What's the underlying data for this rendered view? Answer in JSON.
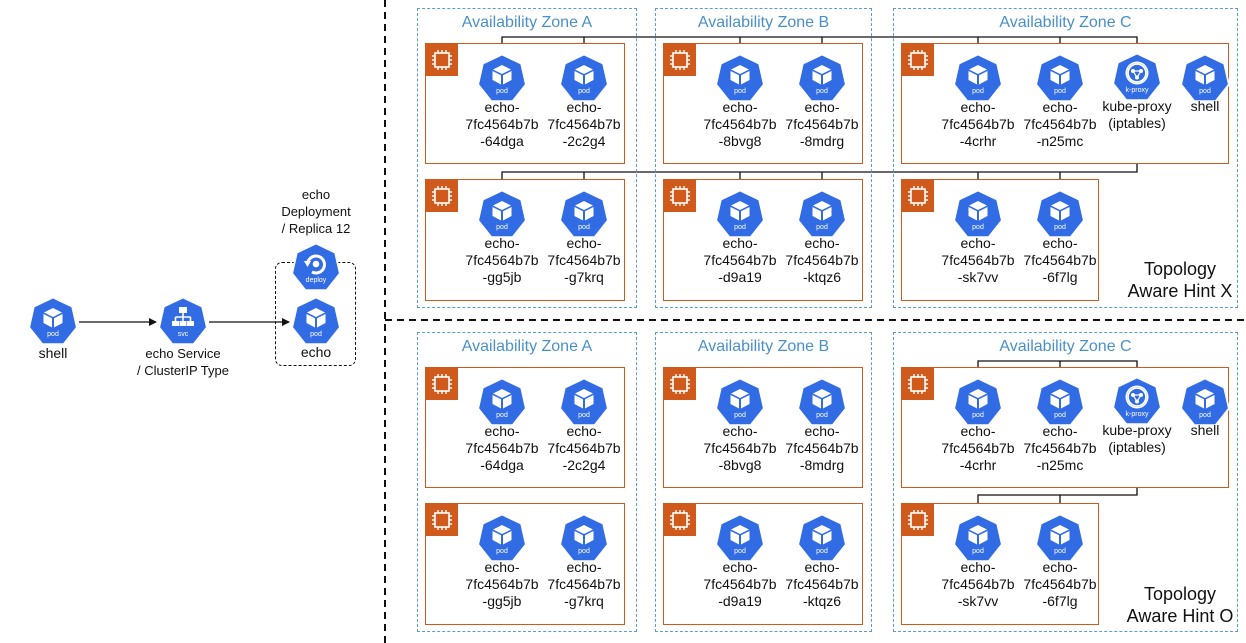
{
  "left": {
    "shell_label": "shell",
    "service_label": [
      "echo Service",
      "/ ClusterIP Type"
    ],
    "deployment_label": [
      "echo",
      "Deployment",
      "/ Replica 12"
    ],
    "echo_label": "echo",
    "icon_text": {
      "pod": "pod",
      "svc": "svc",
      "deploy": "deploy",
      "proxy": "k-proxy"
    }
  },
  "panels": [
    {
      "hint": [
        "Topology",
        "Aware Hint X"
      ],
      "zones": [
        {
          "label": "Availability Zone A",
          "nodes": [
            [
              "echo-|7fc4564b7b|-64dga",
              "echo-|7fc4564b7b|-2c2g4"
            ],
            [
              "echo-|7fc4564b7b|-gg5jb",
              "echo-|7fc4564b7b|-g7krq"
            ]
          ]
        },
        {
          "label": "Availability Zone B",
          "nodes": [
            [
              "echo-|7fc4564b7b|-8bvg8",
              "echo-|7fc4564b7b|-8mdrg"
            ],
            [
              "echo-|7fc4564b7b|-d9a19",
              "echo-|7fc4564b7b|-ktqz6"
            ]
          ]
        },
        {
          "label": "Availability Zone C",
          "nodes": [
            [
              "echo-|7fc4564b7b|-4crhr",
              "echo-|7fc4564b7b|-n25mc"
            ],
            [
              "echo-|7fc4564b7b|-sk7vv",
              "echo-|7fc4564b7b|-6f7lg"
            ]
          ],
          "kube_proxy": "kube-proxy|(iptables)",
          "shell": "shell"
        }
      ]
    },
    {
      "hint": [
        "Topology",
        "Aware Hint O"
      ],
      "zones": [
        {
          "label": "Availability Zone A",
          "nodes": [
            [
              "echo-|7fc4564b7b|-64dga",
              "echo-|7fc4564b7b|-2c2g4"
            ],
            [
              "echo-|7fc4564b7b|-gg5jb",
              "echo-|7fc4564b7b|-g7krq"
            ]
          ]
        },
        {
          "label": "Availability Zone B",
          "nodes": [
            [
              "echo-|7fc4564b7b|-8bvg8",
              "echo-|7fc4564b7b|-8mdrg"
            ],
            [
              "echo-|7fc4564b7b|-d9a19",
              "echo-|7fc4564b7b|-ktqz6"
            ]
          ]
        },
        {
          "label": "Availability Zone C",
          "nodes": [
            [
              "echo-|7fc4564b7b|-4crhr",
              "echo-|7fc4564b7b|-n25mc"
            ],
            [
              "echo-|7fc4564b7b|-sk7vv",
              "echo-|7fc4564b7b|-6f7lg"
            ]
          ],
          "kube_proxy": "kube-proxy|(iptables)",
          "shell": "shell"
        }
      ]
    }
  ],
  "colors": {
    "k8s_blue": "#326ce5",
    "node_orange": "#d05a1b",
    "zone_blue": "#5b9bd5",
    "zone_text": "#4a90c8"
  }
}
